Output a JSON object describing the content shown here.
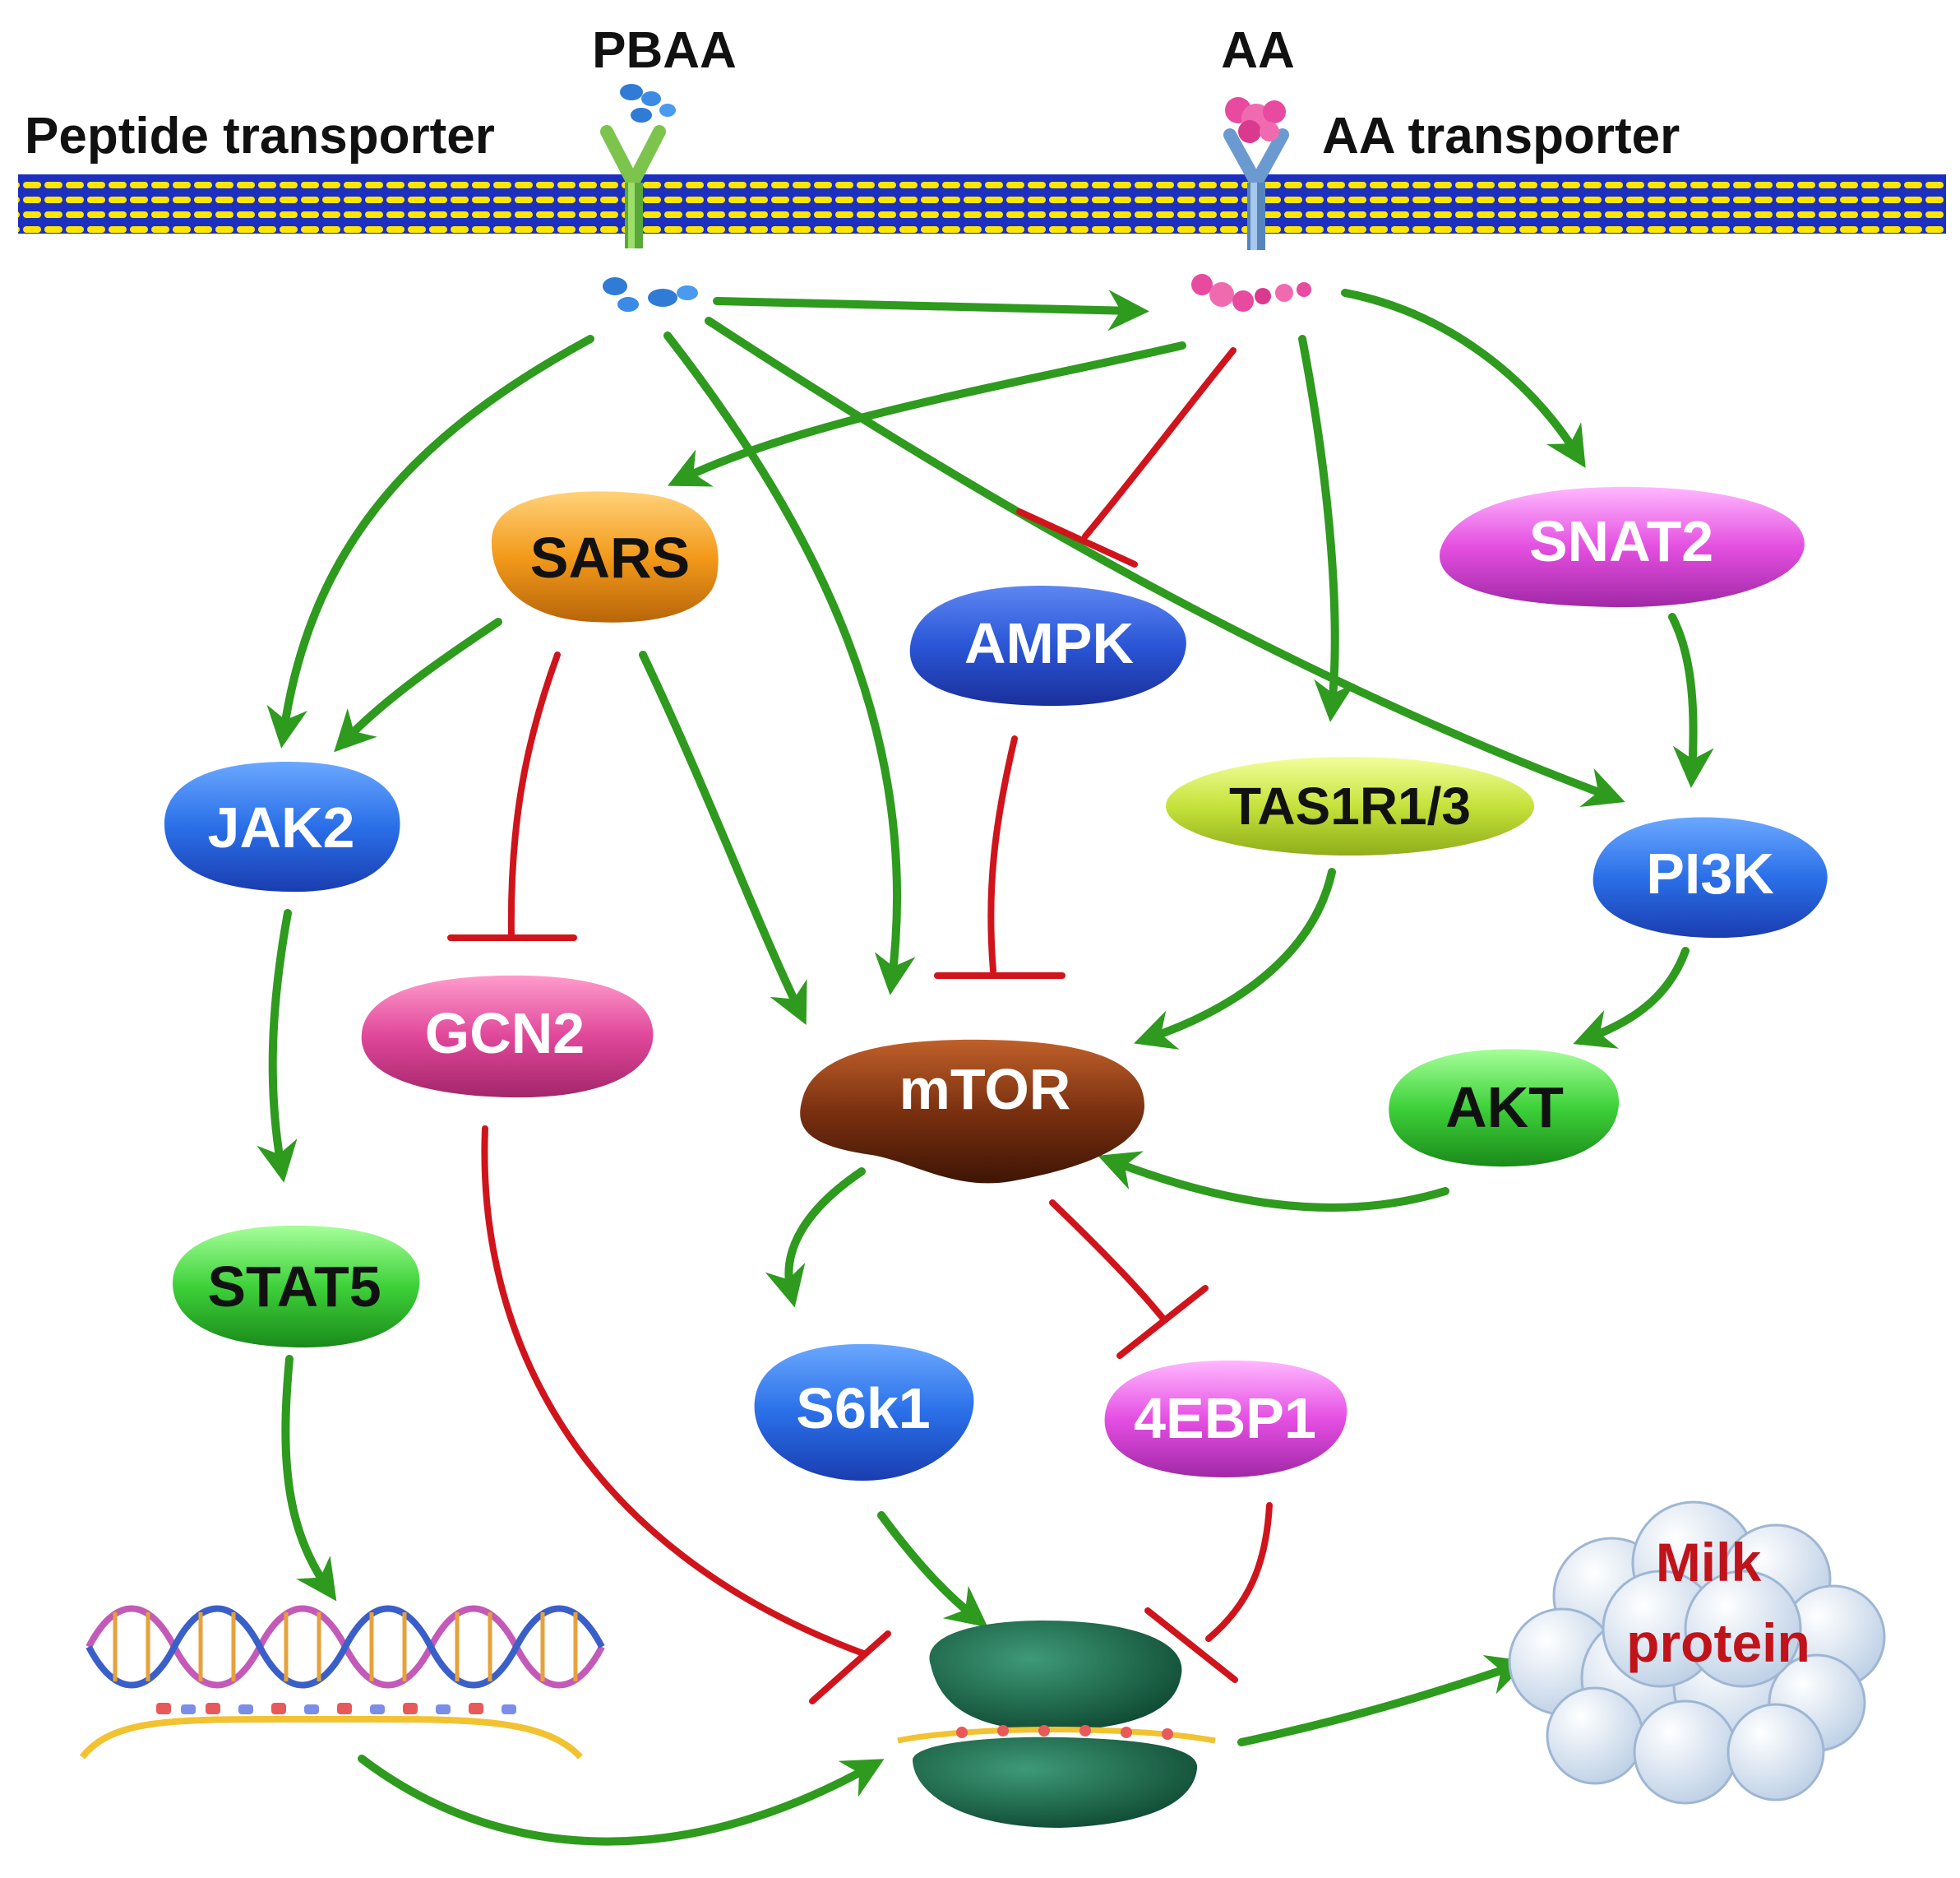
{
  "top_labels": {
    "pbaa": "PBAA",
    "aa": "AA",
    "peptide_transporter": "Peptide transporter",
    "aa_transporter": "AA transporter"
  },
  "nodes": {
    "sars": "SARS",
    "snat2": "SNAT2",
    "ampk": "AMPK",
    "jak2": "JAK2",
    "tas1r": "TAS1R1/3",
    "pi3k": "PI3K",
    "gcn2": "GCN2",
    "mtor": "mTOR",
    "akt": "AKT",
    "stat5": "STAT5",
    "s6k1": "S6k1",
    "ebp1": "4EBP1"
  },
  "output": {
    "line1": "Milk",
    "line2": "protein"
  },
  "colors": {
    "activation": "#2e9a1e",
    "inhibition": "#d0141c",
    "membrane_blue": "#1c2fbf",
    "membrane_yellow": "#ffe600",
    "sars": "#f39a1b",
    "snat2": "#e44fe0",
    "ampk": "#2a56d6",
    "jak2": "#2a6fe8",
    "tas1r": "#c6e23b",
    "pi3k": "#2a72ea",
    "gcn2": "#e0479a",
    "mtor": "#7a3010",
    "akt": "#3ed13a",
    "stat5": "#3ed13a",
    "s6k1": "#2a72ea",
    "ebp1": "#e54fe3",
    "ribosome": "#1f6b4e",
    "milk_text": "#c0131a"
  }
}
